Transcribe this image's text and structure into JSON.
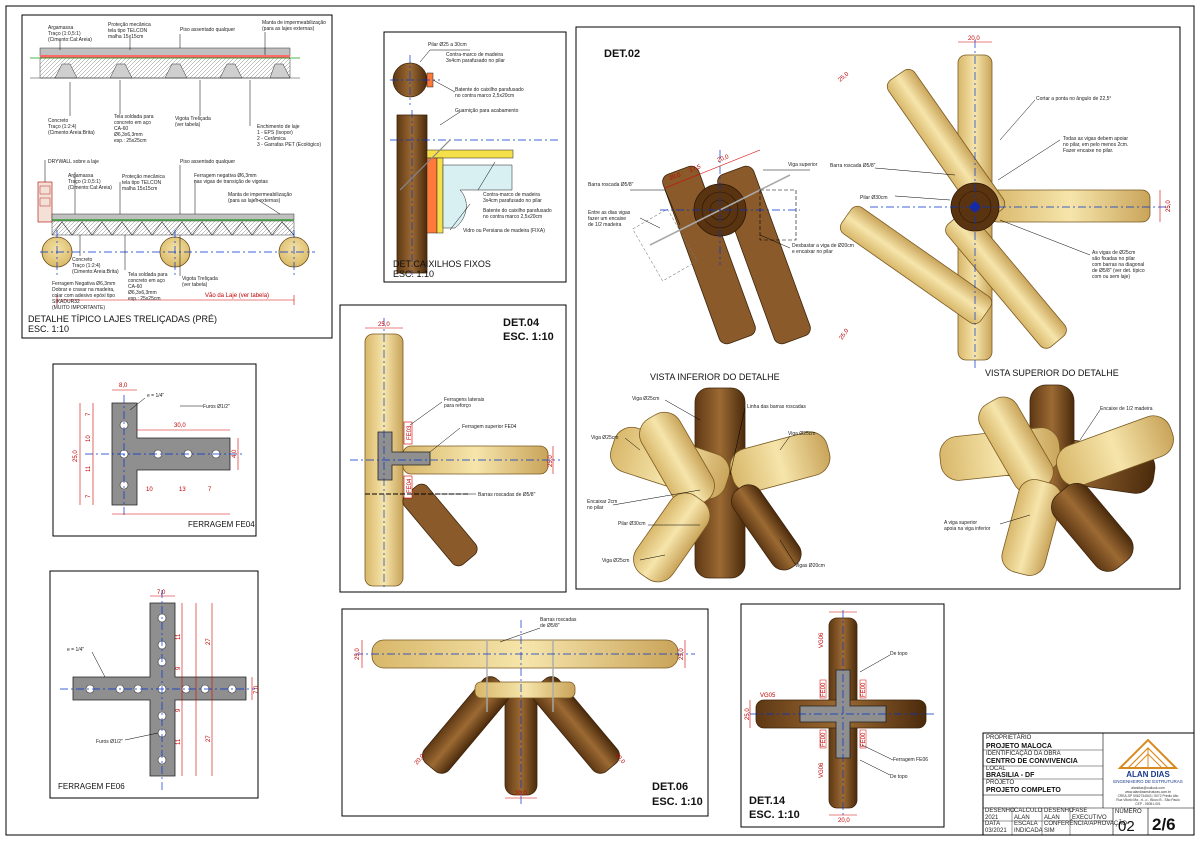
{
  "sheet": {
    "border_color": "#000000",
    "accent_red": "#d40000",
    "axis_blue": "#0033cc",
    "wood_light": "#e9cf8a",
    "wood_dark": "#8a5a2b"
  },
  "det_lajes": {
    "title": "DETALHE TÍPICO LAJES TRELIÇADAS (PRÉ)",
    "scale": "ESC. 1:10",
    "top_labels": [
      "Argamassa",
      "Traço (1:0,5:1)",
      "(Cimento:Cal:Areia)",
      "Proteção mecânica",
      "tela tipo TELCON",
      "malha 15x15cm",
      "Piso assentado qualquer",
      "Manta de impermeabilização",
      "(para as lajes externas)"
    ],
    "mid_labels": [
      "Concreto",
      "Traço (1:2:4)",
      "(Cimento:Areia:Brita)",
      "Tela soldada para",
      "concreto em aço",
      "CA-60",
      "Ø6,3x6,3mm",
      "esp.: 25x25cm",
      "Vigota Treliçada",
      "(ver tabela)",
      "Enchimento de laje",
      "1 - EPS (Isopor)",
      "2 - Cerâmica",
      "3 - Garrafas PET (Ecológico)"
    ],
    "low_labels": [
      "DRYWALL sobre a laje",
      "Argamassa",
      "Traço (1:0,5:1)",
      "(Cimento:Cal:Areia)",
      "Proteção mecânica",
      "tela tipo TELCON",
      "malha 15x15cm",
      "Piso assentado qualquer",
      "Ferragem negativa Ø6,3mm",
      "nas vigas de transição de vigotas",
      "Manta de impermeabilização",
      "(para as lajes externas)",
      "Concreto",
      "Traço (1:2:4)",
      "(Cimento:Areia:Brita)",
      "Ferragem Negativa Ø6,3mm",
      "Dobrar e cravar na madeira,",
      "colar com adesivo epóxi tipo",
      "SIKADUR32",
      "(MUITO IMPORTANTE)",
      "Tela soldada para",
      "concreto em aço",
      "CA-60",
      "Ø6,3x6,3mm",
      "esp.: 25x25cm",
      "Vigota Treliçada",
      "(ver tabela)",
      "Vão da Laje (ver tabela)"
    ]
  },
  "det_caixilhos": {
    "title": "DET CAIXILHOS FIXOS",
    "scale": "ESC. 1:10",
    "labels": [
      "Pilar Ø25 a 30cm",
      "Contra-marco de madeira",
      "3x4cm parafusado no pilar",
      "Batente do caixilho parafusado",
      "no contra marco 2,5x20cm",
      "Guarnição para acabamento",
      "Contra-marco de madeira",
      "3x4cm parafusado no pilar",
      "Batente do caixilho parafusado",
      "no contra marco 2,5x20cm",
      "Vidro ou Persiana de madeira (FIXA)"
    ]
  },
  "det02": {
    "title": "DET.02",
    "labels": {
      "viga_superior": "Viga superior",
      "barra_a": "Barra roscada Ø5/8\"",
      "barra_b": "Barra roscada Ø5/8\"",
      "entre_vigas": [
        "Entre as dias vigas",
        "fazer um encaixe",
        "de 1/2 madeira"
      ],
      "desbastar": [
        "Desbastar a viga de Ø20cm",
        "e encaixar no pilar"
      ],
      "pilar": "Pilar Ø30cm",
      "cortar": "Cortar a ponta no ângulo de 22,5°",
      "todas": [
        "Todas as vigas debem apoiar",
        "no pilar, em pelo menos 2cm.",
        "Fazer encaixe no pilar."
      ],
      "as_vigas": [
        "As vigas de Ø25cm",
        "são fixadas no pilar",
        "com barras na diagonal",
        "de Ø5/8\" (ver det. típico",
        "com ou sem laje)"
      ]
    },
    "dims": [
      "20,0",
      "17,5",
      "20,0",
      "20,0",
      "25,0",
      "25,0",
      "25,0",
      "25,0"
    ],
    "vista_inferior": {
      "title": "VISTA INFERIOR DO DETALHE",
      "labels": [
        "Viga Ø25cm",
        "Linha das barras roscadas",
        "Viga Ø25cm",
        "Viga Ø25cm",
        "Encaixar 2cm",
        "no pilar",
        "Pilar Ø30cm",
        "Viga Ø25cm",
        "Vigas Ø20cm"
      ]
    },
    "vista_superior": {
      "title": "VISTA SUPERIOR DO DETALHE",
      "labels": [
        "Encaixe de 1/2 madeira",
        "A viga superior",
        "apoia na viga inferior"
      ]
    }
  },
  "fe04": {
    "title": "FERRAGEM FE04",
    "e": "e = 1/4\"",
    "furos": "Furos Ø1/2\"",
    "dims": [
      "8,0",
      "30,0",
      "7",
      "10",
      "11",
      "7",
      "25,0",
      "10",
      "13",
      "7",
      "4,0"
    ]
  },
  "fe06": {
    "title": "FERRAGEM FE06",
    "e": "e = 1/4\"",
    "furos": "Furos Ø1/2\"",
    "dims": [
      "7,0",
      "11",
      "9",
      "27",
      "9",
      "11",
      "27",
      "7,0"
    ]
  },
  "det04": {
    "title": "DET.04",
    "scale": "ESC. 1:10",
    "labels": [
      "Ferragens laterais",
      "para reforço",
      "Ferragem superior FE04",
      "Barras roscadas de Ø5/8\""
    ],
    "dims": [
      "25,0",
      "25,0",
      "FE03",
      "FE04"
    ]
  },
  "det06": {
    "title": "DET.06",
    "scale": "ESC. 1:10",
    "labels": [
      "Barras roscadas",
      "de Ø5/8\""
    ],
    "dims": [
      "25,0",
      "25,0",
      "20,0",
      "20,0",
      "20,0"
    ]
  },
  "det14": {
    "title": "DET.14",
    "scale": "ESC. 1:10",
    "labels": [
      "De topo",
      "Ferragem FE06",
      "De topo"
    ],
    "beams": [
      "VG06",
      "VG05",
      "VG06",
      "FE00",
      "FE00",
      "FE00",
      "FE00"
    ],
    "dims": [
      "20,0",
      "25,0",
      "20,0"
    ]
  },
  "title_block": {
    "proprietario_label": "PROPRIETÁRIO",
    "proprietario": "PROJETO MALOCA",
    "obra_label": "IDENTIFICAÇÃO DA OBRA",
    "obra": "CENTRO DE CONVIVENCIA",
    "local_label": "LOCAL",
    "local": "BRASILIA - DF",
    "projeto_label": "PROJETO",
    "projeto": "PROJETO COMPLETO",
    "company": "ALAN DIAS",
    "company_sub": "ENGENHEIRO DE ESTRUTURAS",
    "contact": [
      "alandias@outlook.com",
      "www.alandiasestruturas.com.br",
      "CREA-SP 5062734543 / 5072 Prédio Alto",
      "Rua Vitório Ma...rt...o - Bloco B - São Paulo",
      "CEP - 05051-001"
    ],
    "row1_labels": [
      "DESENHO",
      "CALCULO",
      "DESENHO",
      "FASE"
    ],
    "row1_values": [
      "2021",
      "ALAN",
      "ALAN",
      "EXECUTIVO"
    ],
    "row2_labels": [
      "DATA",
      "ESCALA",
      "CONFERÊNCIA/APROVAÇÃO"
    ],
    "row2_values": [
      "03/2021",
      "INDICADA",
      "SIM"
    ],
    "folha_label": "NÚMERO",
    "folha": "02",
    "total": "2/6"
  }
}
